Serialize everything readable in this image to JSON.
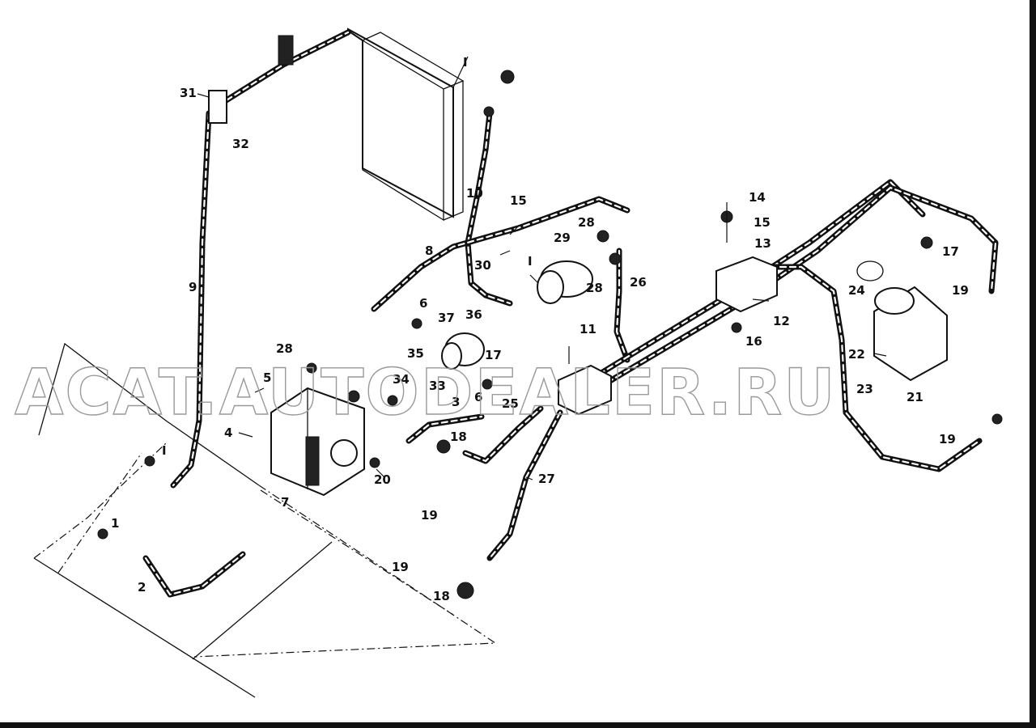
{
  "watermark": "ACAT.AUTODEALER.RU",
  "roman_labels": [
    "I",
    "I",
    "I"
  ],
  "callouts": [
    {
      "id": "c1",
      "text": "1"
    },
    {
      "id": "c2",
      "text": "2"
    },
    {
      "id": "c3",
      "text": "3"
    },
    {
      "id": "c4",
      "text": "4"
    },
    {
      "id": "c5",
      "text": "5"
    },
    {
      "id": "c6a",
      "text": "6"
    },
    {
      "id": "c6b",
      "text": "6"
    },
    {
      "id": "c7",
      "text": "7"
    },
    {
      "id": "c8",
      "text": "8"
    },
    {
      "id": "c9",
      "text": "9"
    },
    {
      "id": "c10",
      "text": "10"
    },
    {
      "id": "c11",
      "text": "11"
    },
    {
      "id": "c12",
      "text": "12"
    },
    {
      "id": "c13",
      "text": "13"
    },
    {
      "id": "c14",
      "text": "14"
    },
    {
      "id": "c15a",
      "text": "15"
    },
    {
      "id": "c15b",
      "text": "15"
    },
    {
      "id": "c16",
      "text": "16"
    },
    {
      "id": "c17a",
      "text": "17"
    },
    {
      "id": "c17b",
      "text": "17"
    },
    {
      "id": "c18a",
      "text": "18"
    },
    {
      "id": "c18b",
      "text": "18"
    },
    {
      "id": "c19a",
      "text": "19"
    },
    {
      "id": "c19b",
      "text": "19"
    },
    {
      "id": "c19c",
      "text": "19"
    },
    {
      "id": "c19d",
      "text": "19"
    },
    {
      "id": "c20",
      "text": "20"
    },
    {
      "id": "c21",
      "text": "21"
    },
    {
      "id": "c22",
      "text": "22"
    },
    {
      "id": "c23",
      "text": "23"
    },
    {
      "id": "c24",
      "text": "24"
    },
    {
      "id": "c25",
      "text": "25"
    },
    {
      "id": "c26",
      "text": "26"
    },
    {
      "id": "c27",
      "text": "27"
    },
    {
      "id": "c28a",
      "text": "28"
    },
    {
      "id": "c28b",
      "text": "28"
    },
    {
      "id": "c28c",
      "text": "28"
    },
    {
      "id": "c29",
      "text": "29"
    },
    {
      "id": "c30",
      "text": "30"
    },
    {
      "id": "c31",
      "text": "31"
    },
    {
      "id": "c32",
      "text": "32"
    },
    {
      "id": "c33",
      "text": "33"
    },
    {
      "id": "c34",
      "text": "34"
    },
    {
      "id": "c35",
      "text": "35"
    },
    {
      "id": "c36",
      "text": "36"
    },
    {
      "id": "c37",
      "text": "37"
    }
  ]
}
